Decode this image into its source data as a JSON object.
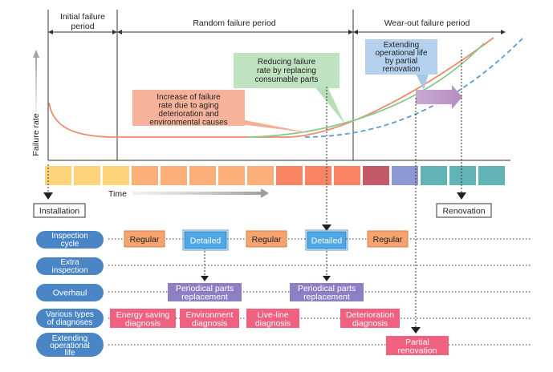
{
  "periods": {
    "initial": [
      "Initial failure",
      "period"
    ],
    "random": "Random failure period",
    "wearout": "Wear-out failure period"
  },
  "axis": {
    "y_label": "Failure rate",
    "x_label": "Time"
  },
  "callouts": {
    "aging": [
      "Increase of failure",
      "rate due to aging",
      "deterioration and",
      "environmental causes"
    ],
    "consumable": [
      "Reducing failure",
      "rate by replacing",
      "consumable parts"
    ],
    "partial": [
      "Extending",
      "operational life",
      "by partial",
      "renovation"
    ]
  },
  "milestones": {
    "installation": "Installation",
    "renovation": "Renovation"
  },
  "timeline_colors": [
    "#fdd47a",
    "#fdd47a",
    "#fdd47a",
    "#fbb07a",
    "#fbb07a",
    "#fbb07a",
    "#fbb07a",
    "#fbb07a",
    "#f98464",
    "#f98464",
    "#f98464",
    "#c25a6a",
    "#8d97d2",
    "#61b3b6",
    "#61b3b6",
    "#61b3b6"
  ],
  "rows": [
    {
      "label": [
        "Inspection",
        "cycle"
      ]
    },
    {
      "label": [
        "Extra",
        "inspection"
      ]
    },
    {
      "label": [
        "Overhaul"
      ]
    },
    {
      "label": [
        "Various types",
        "of diagnoses"
      ]
    },
    {
      "label": [
        "Extending",
        "operational",
        "life"
      ]
    }
  ],
  "boxes": {
    "regular1": [
      "Regular"
    ],
    "detailed1": [
      "Detailed"
    ],
    "regular2": [
      "Regular"
    ],
    "detailed2": [
      "Detailed"
    ],
    "regular3": [
      "Regular"
    ],
    "overhaul1": [
      "Periodical parts",
      "replacement"
    ],
    "overhaul2": [
      "Periodical parts",
      "replacement"
    ],
    "diag1": [
      "Energy saving",
      "diagnosis"
    ],
    "diag2": [
      "Environment",
      "diagnosis"
    ],
    "diag3": [
      "Live-line",
      "diagnosis"
    ],
    "diag4": [
      "Deterioration",
      "diagnosis"
    ],
    "partial": [
      "Partial",
      "renovation"
    ]
  },
  "colors": {
    "regular": "#f5a36e",
    "detailed": "#4ea6e4",
    "overhaul": "#8e7fc4",
    "diagnosis": "#f0607f",
    "row_label": "#4a86c6",
    "curve_initial": "#f08a6a",
    "curve_consumable": "#89c98b",
    "curve_partial": "#5b9bd5"
  }
}
